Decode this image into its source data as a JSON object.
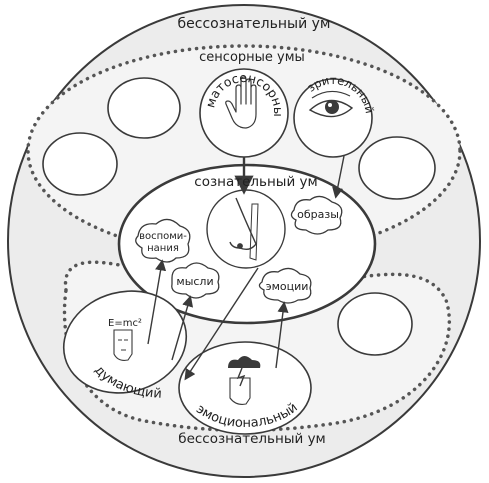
{
  "labels": {
    "unconscious_top": "бессознательный ум",
    "unconscious_bottom": "бессознательный ум",
    "sensory_minds": "сенсорные умы",
    "somatosensory": "Соматосенсорный",
    "visual": "зрительный",
    "conscious_mind": "сознательный ум",
    "memories_line1": "воспоми-",
    "memories_line2": "нания",
    "thoughts": "мысли",
    "images": "образы",
    "emotions": "эмоции",
    "thinking": "думающий",
    "emotional": "эмоциональный",
    "formula": "E=mc²"
  },
  "colors": {
    "background": "#ffffff",
    "outer_fill": "#ececec",
    "stroke": "#3a3a3a",
    "dots": "#555555",
    "text": "#222222"
  }
}
